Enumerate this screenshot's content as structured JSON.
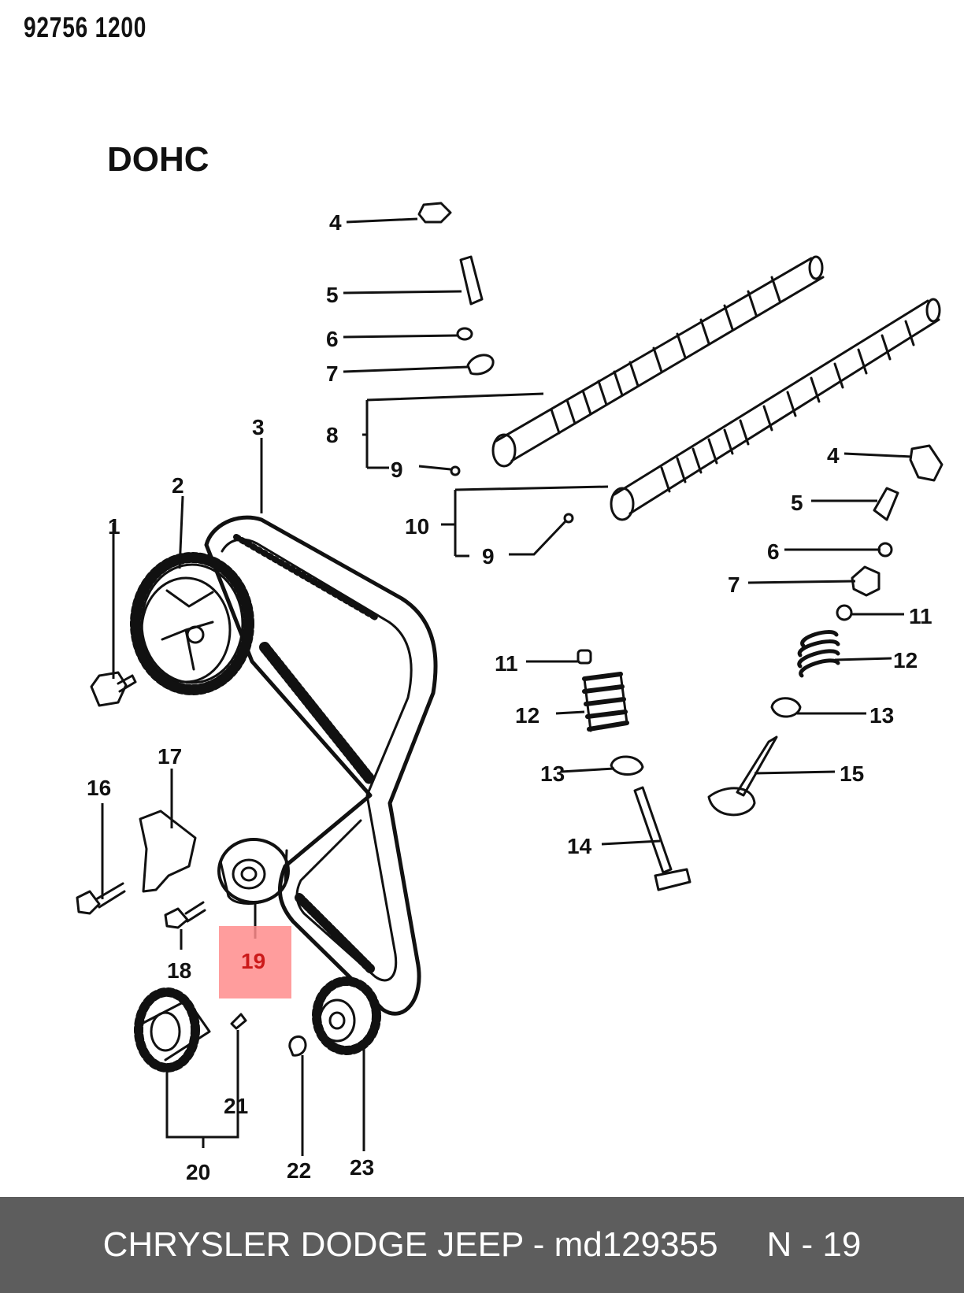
{
  "catalog_code": "92756 1200",
  "heading": "DOHC",
  "callouts": {
    "c1": "1",
    "c2": "2",
    "c3": "3",
    "c4a": "4",
    "c5a": "5",
    "c6a": "6",
    "c7a": "7",
    "c8": "8",
    "c9a": "9",
    "c10": "10",
    "c9b": "9",
    "c4b": "4",
    "c5b": "5",
    "c6b": "6",
    "c7b": "7",
    "c11a": "11",
    "c11b": "11",
    "c12a": "12",
    "c12b": "12",
    "c13a": "13",
    "c13b": "13",
    "c14": "14",
    "c15": "15",
    "c16": "16",
    "c17": "17",
    "c18": "18",
    "c19": "19",
    "c20": "20",
    "c21": "21",
    "c22": "22",
    "c23": "23"
  },
  "highlight": {
    "part": "19",
    "color": "#ff8c8c"
  },
  "footer": {
    "brand_part": "CHRYSLER DODGE JEEP - md129355",
    "ref": "N - 19"
  }
}
